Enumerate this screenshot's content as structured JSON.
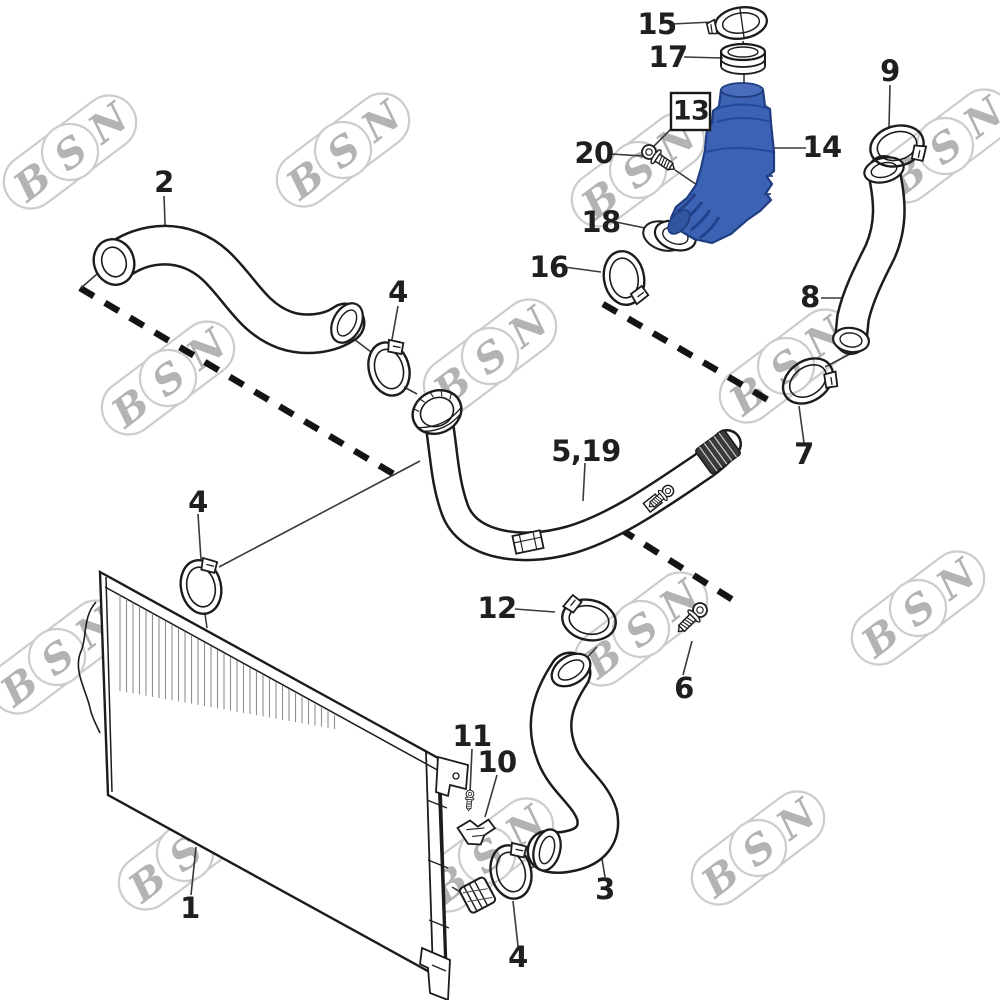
{
  "diagram": {
    "type": "exploded-parts-diagram",
    "description_visible_text_only": true,
    "watermark": {
      "b": "B",
      "s": "S",
      "n": "N"
    },
    "colors": {
      "line": "#1c1c1c",
      "watermark_outline": "#cccccc",
      "watermark_letters": "#b3b3b3",
      "highlight_part_fill": "#3c62b4",
      "highlight_part_outline": "#1f3d80"
    },
    "highlighted_part_number": "14",
    "labels": {
      "l1": "1",
      "l2": "2",
      "l3": "3",
      "l4a": "4",
      "l4b": "4",
      "l4c": "4",
      "l5_19": "5,19",
      "l6": "6",
      "l7": "7",
      "l8": "8",
      "l9": "9",
      "l10": "10",
      "l11": "11",
      "l12": "12",
      "l13": "13",
      "l14": "14",
      "l15": "15",
      "l16": "16",
      "l17": "17",
      "l18": "18",
      "l20": "20"
    }
  }
}
